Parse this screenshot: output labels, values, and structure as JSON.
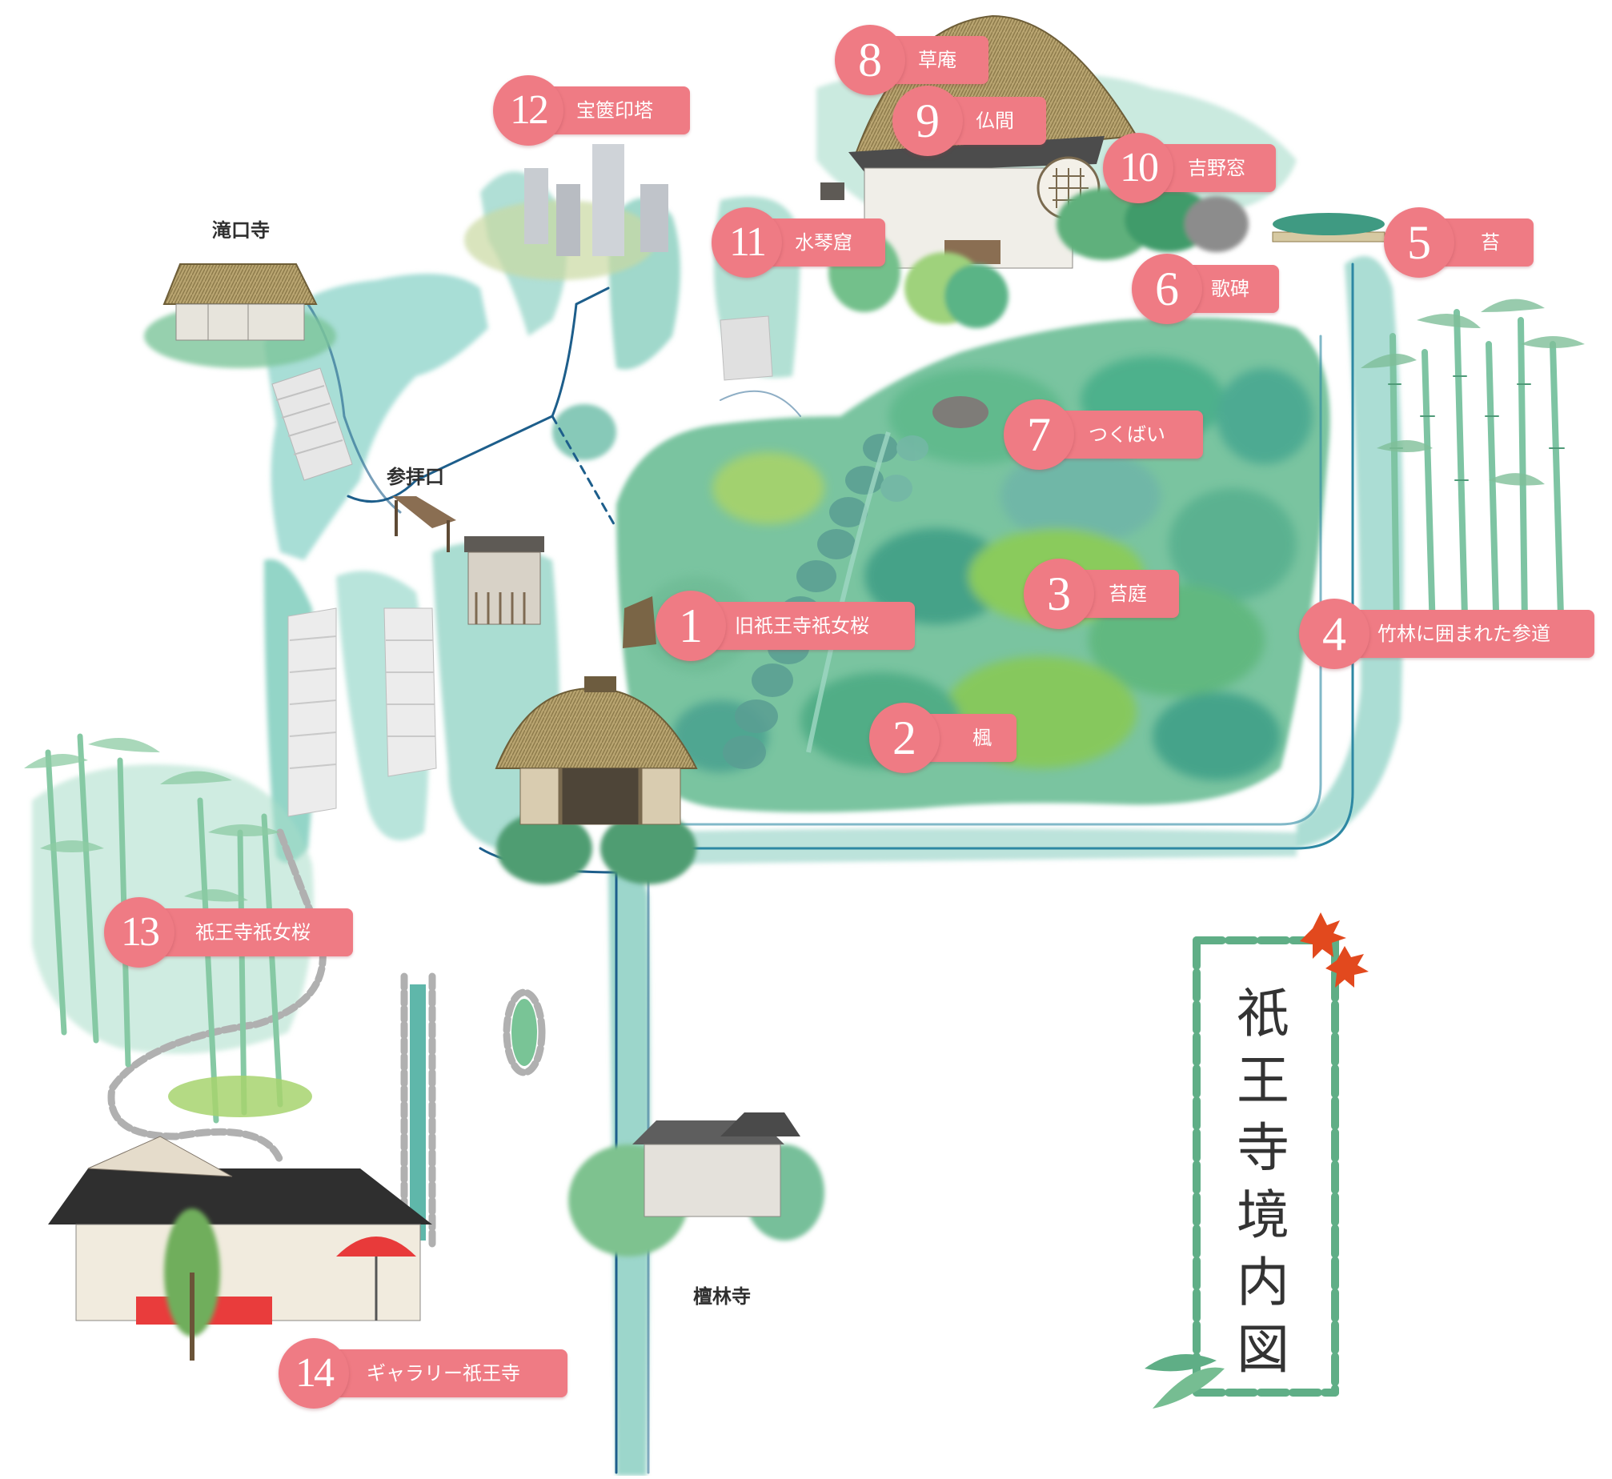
{
  "map_title": "祇王寺境内図",
  "places": {
    "takiguchidera": "滝口寺",
    "sanpaiguchi": "参拝口",
    "danrinji": "檀林寺"
  },
  "markers": [
    {
      "num": "1",
      "label": "旧祇王寺祇女桜"
    },
    {
      "num": "2",
      "label": "楓"
    },
    {
      "num": "3",
      "label": "苔庭"
    },
    {
      "num": "4",
      "label": "竹林に囲まれた参道"
    },
    {
      "num": "5",
      "label": "苔"
    },
    {
      "num": "6",
      "label": "歌碑"
    },
    {
      "num": "7",
      "label": "つくばい"
    },
    {
      "num": "8",
      "label": "草庵"
    },
    {
      "num": "9",
      "label": "仏間"
    },
    {
      "num": "10",
      "label": "吉野窓"
    },
    {
      "num": "11",
      "label": "水琴窟"
    },
    {
      "num": "12",
      "label": "宝篋印塔"
    },
    {
      "num": "13",
      "label": "祇王寺祇女桜"
    },
    {
      "num": "14",
      "label": "ギャラリー祇王寺"
    }
  ],
  "colors": {
    "marker": "#ef7b84",
    "water": "#6cc6b8",
    "moss": "#6dbf7e",
    "path": "#ffffff"
  }
}
